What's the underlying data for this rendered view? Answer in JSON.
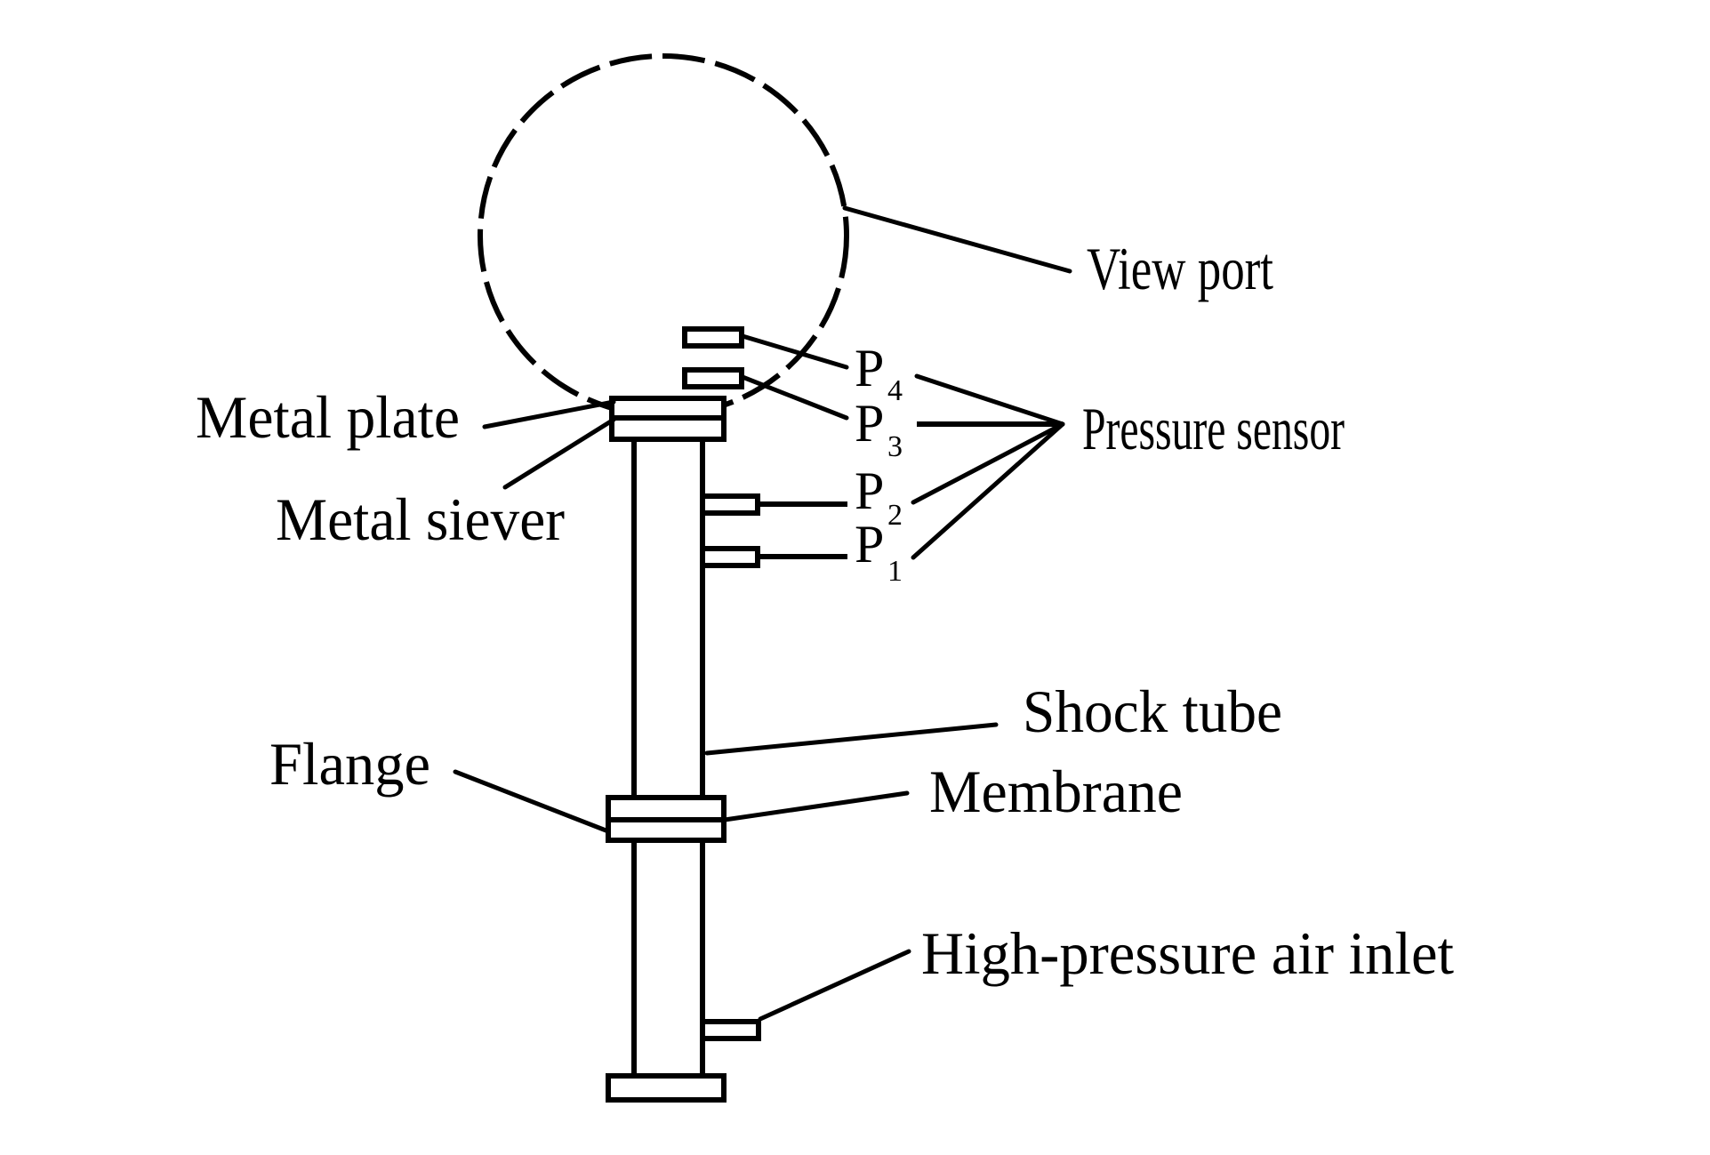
{
  "diagram": {
    "type": "schematic",
    "subject": "Shock tube experimental apparatus",
    "colors": {
      "line": "#000000",
      "background": "#ffffff"
    },
    "labels": {
      "view_port": "View port",
      "pressure_sensor": "Pressure sensor",
      "metal_plate": "Metal plate",
      "metal_siever": "Metal siever",
      "shock_tube": "Shock tube",
      "flange": "Flange",
      "membrane": "Membrane",
      "high_pressure_air_inlet": "High-pressure air inlet"
    },
    "sensors": [
      {
        "prefix": "P",
        "index": "4"
      },
      {
        "prefix": "P",
        "index": "3"
      },
      {
        "prefix": "P",
        "index": "2"
      },
      {
        "prefix": "P",
        "index": "1"
      }
    ]
  }
}
